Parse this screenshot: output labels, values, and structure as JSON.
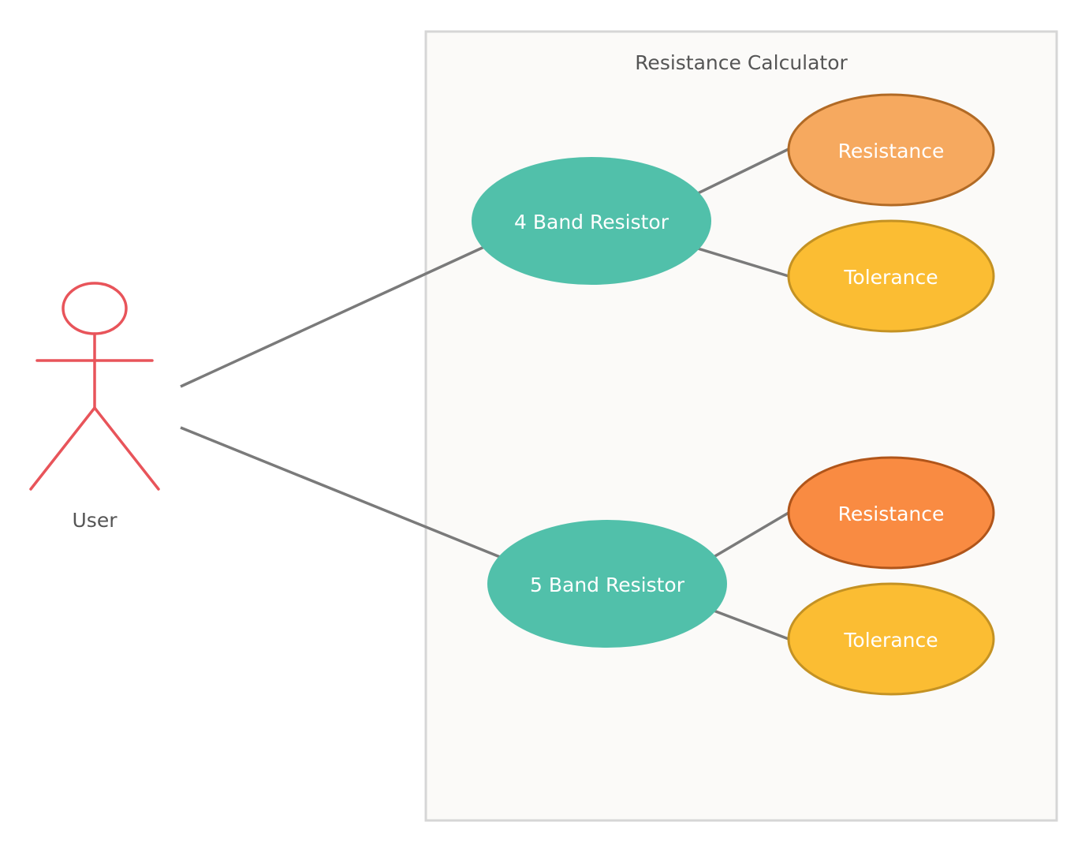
{
  "system": {
    "title": "Resistance Calculator",
    "fill": "#fbfaf8",
    "border": "#d6d6d6"
  },
  "actor": {
    "label": "User",
    "color": "#e8545a"
  },
  "use_cases": {
    "four_band": {
      "label": "4 Band Resistor",
      "fill": "#51c0aa"
    },
    "four_band_resistance": {
      "label": "Resistance",
      "fill": "#f6a95f",
      "stroke": "#b16a25"
    },
    "four_band_tolerance": {
      "label": "Tolerance",
      "fill": "#fbbd33",
      "stroke": "#c49223"
    },
    "five_band": {
      "label": "5 Band Resistor",
      "fill": "#51c0aa"
    },
    "five_band_resistance": {
      "label": "Resistance",
      "fill": "#f98b42",
      "stroke": "#b0551a"
    },
    "five_band_tolerance": {
      "label": "Tolerance",
      "fill": "#fbbd33",
      "stroke": "#c49223"
    }
  },
  "line_color": "#7a7a7a"
}
